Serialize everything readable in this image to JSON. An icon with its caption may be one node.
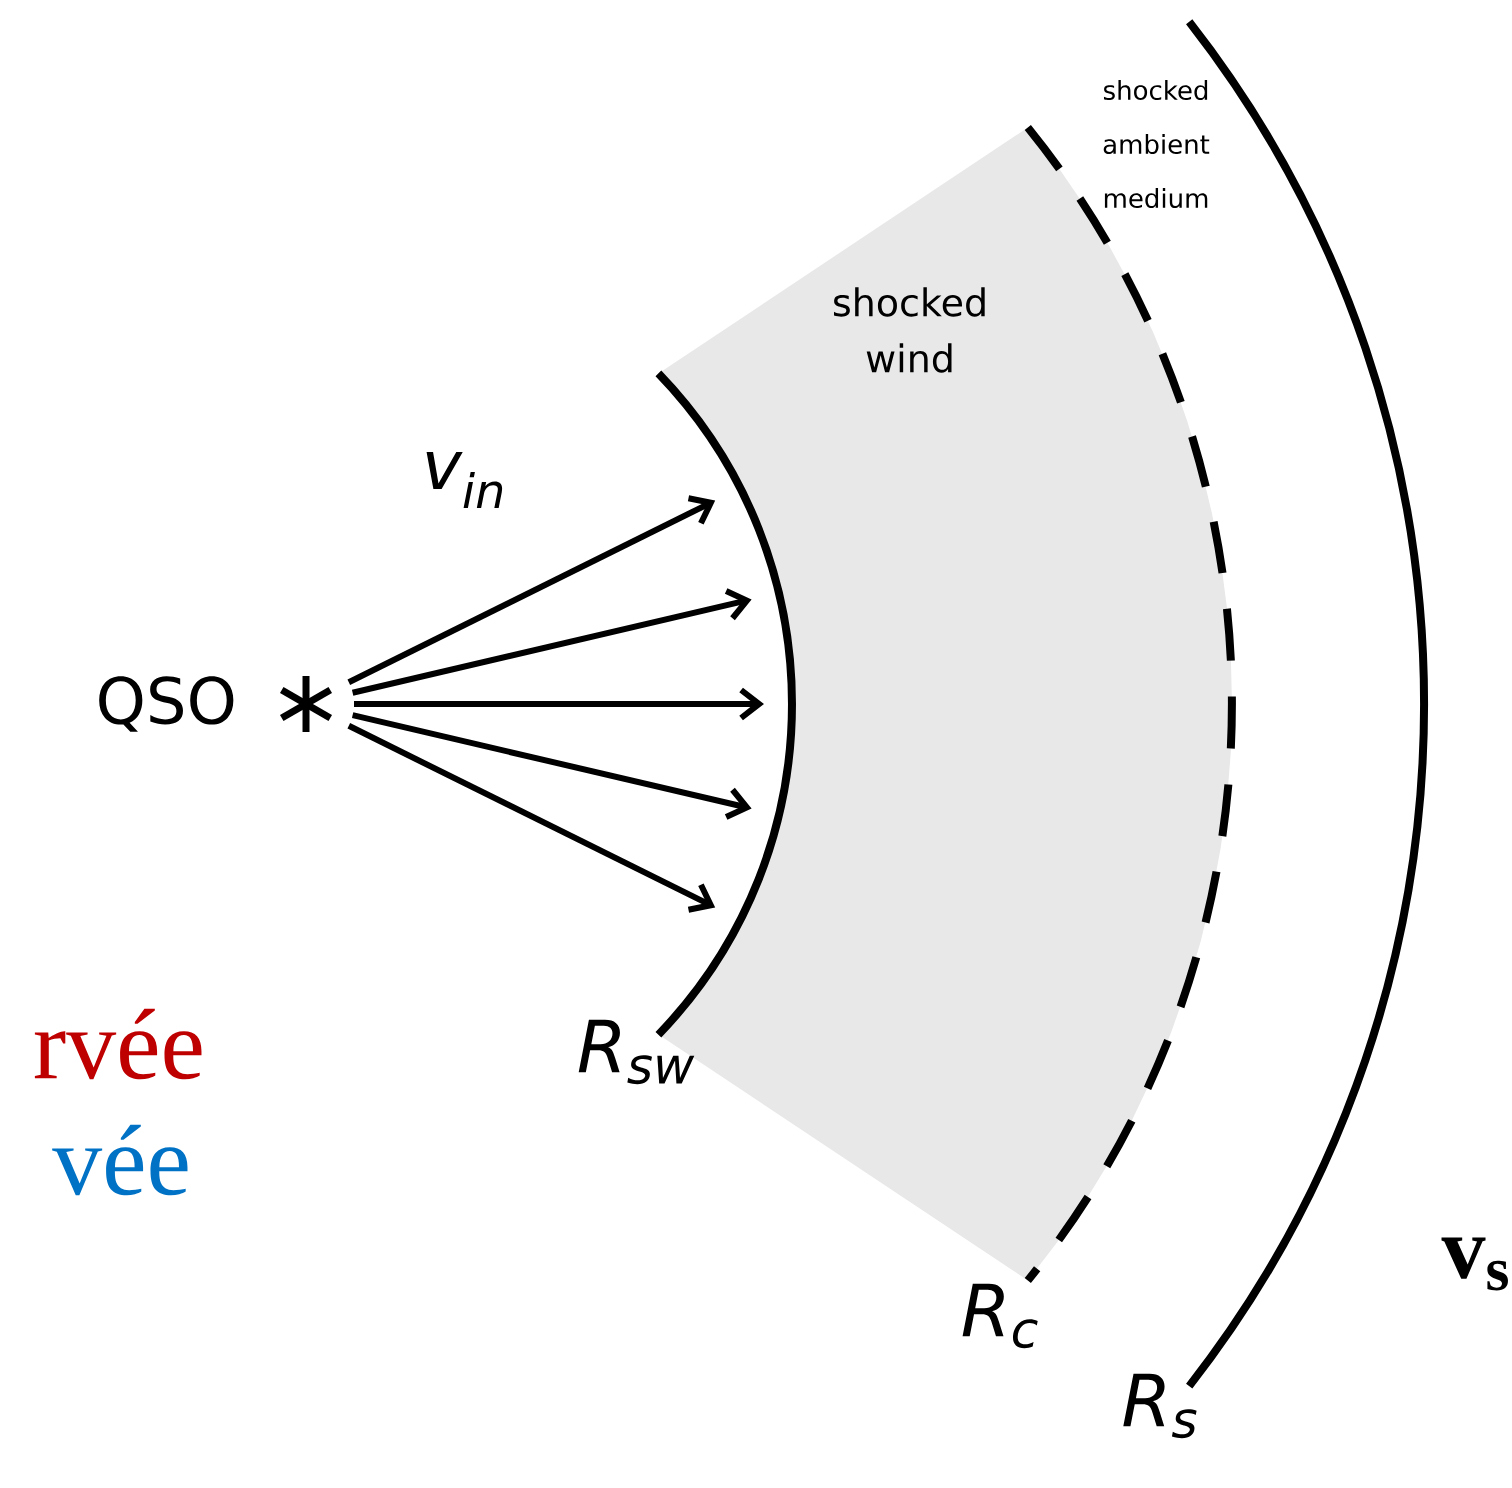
{
  "diagram": {
    "nodes": [
      {
        "text": [],
        "shape": "star"
      },
      {
        "text": [
          "shocked wind"
        ]
      }
    ],
    "edges": [
      {
        "from": 0,
        "to": 1,
        "arrow": "to",
        "label": "v$_{in}$"
      },
      {
        "from": 0,
        "to": 1,
        "arrow": "to"
      },
      {
        "from": 0,
        "to": 1,
        "arrow": "to"
      },
      {
        "from": 0,
        "to": 1,
        "arrow": "to"
      },
      {
        "from": 0,
        "to": 1,
        "arrow": "to"
      }
    ],
    "labels": [
      "QSO",
      "shocked ambient medium",
      "rvée",
      "R$_{sw}$",
      "vée",
      "R$_{c}$",
      "v$_{s}$",
      "R$_{s}$"
    ]
  }
}
